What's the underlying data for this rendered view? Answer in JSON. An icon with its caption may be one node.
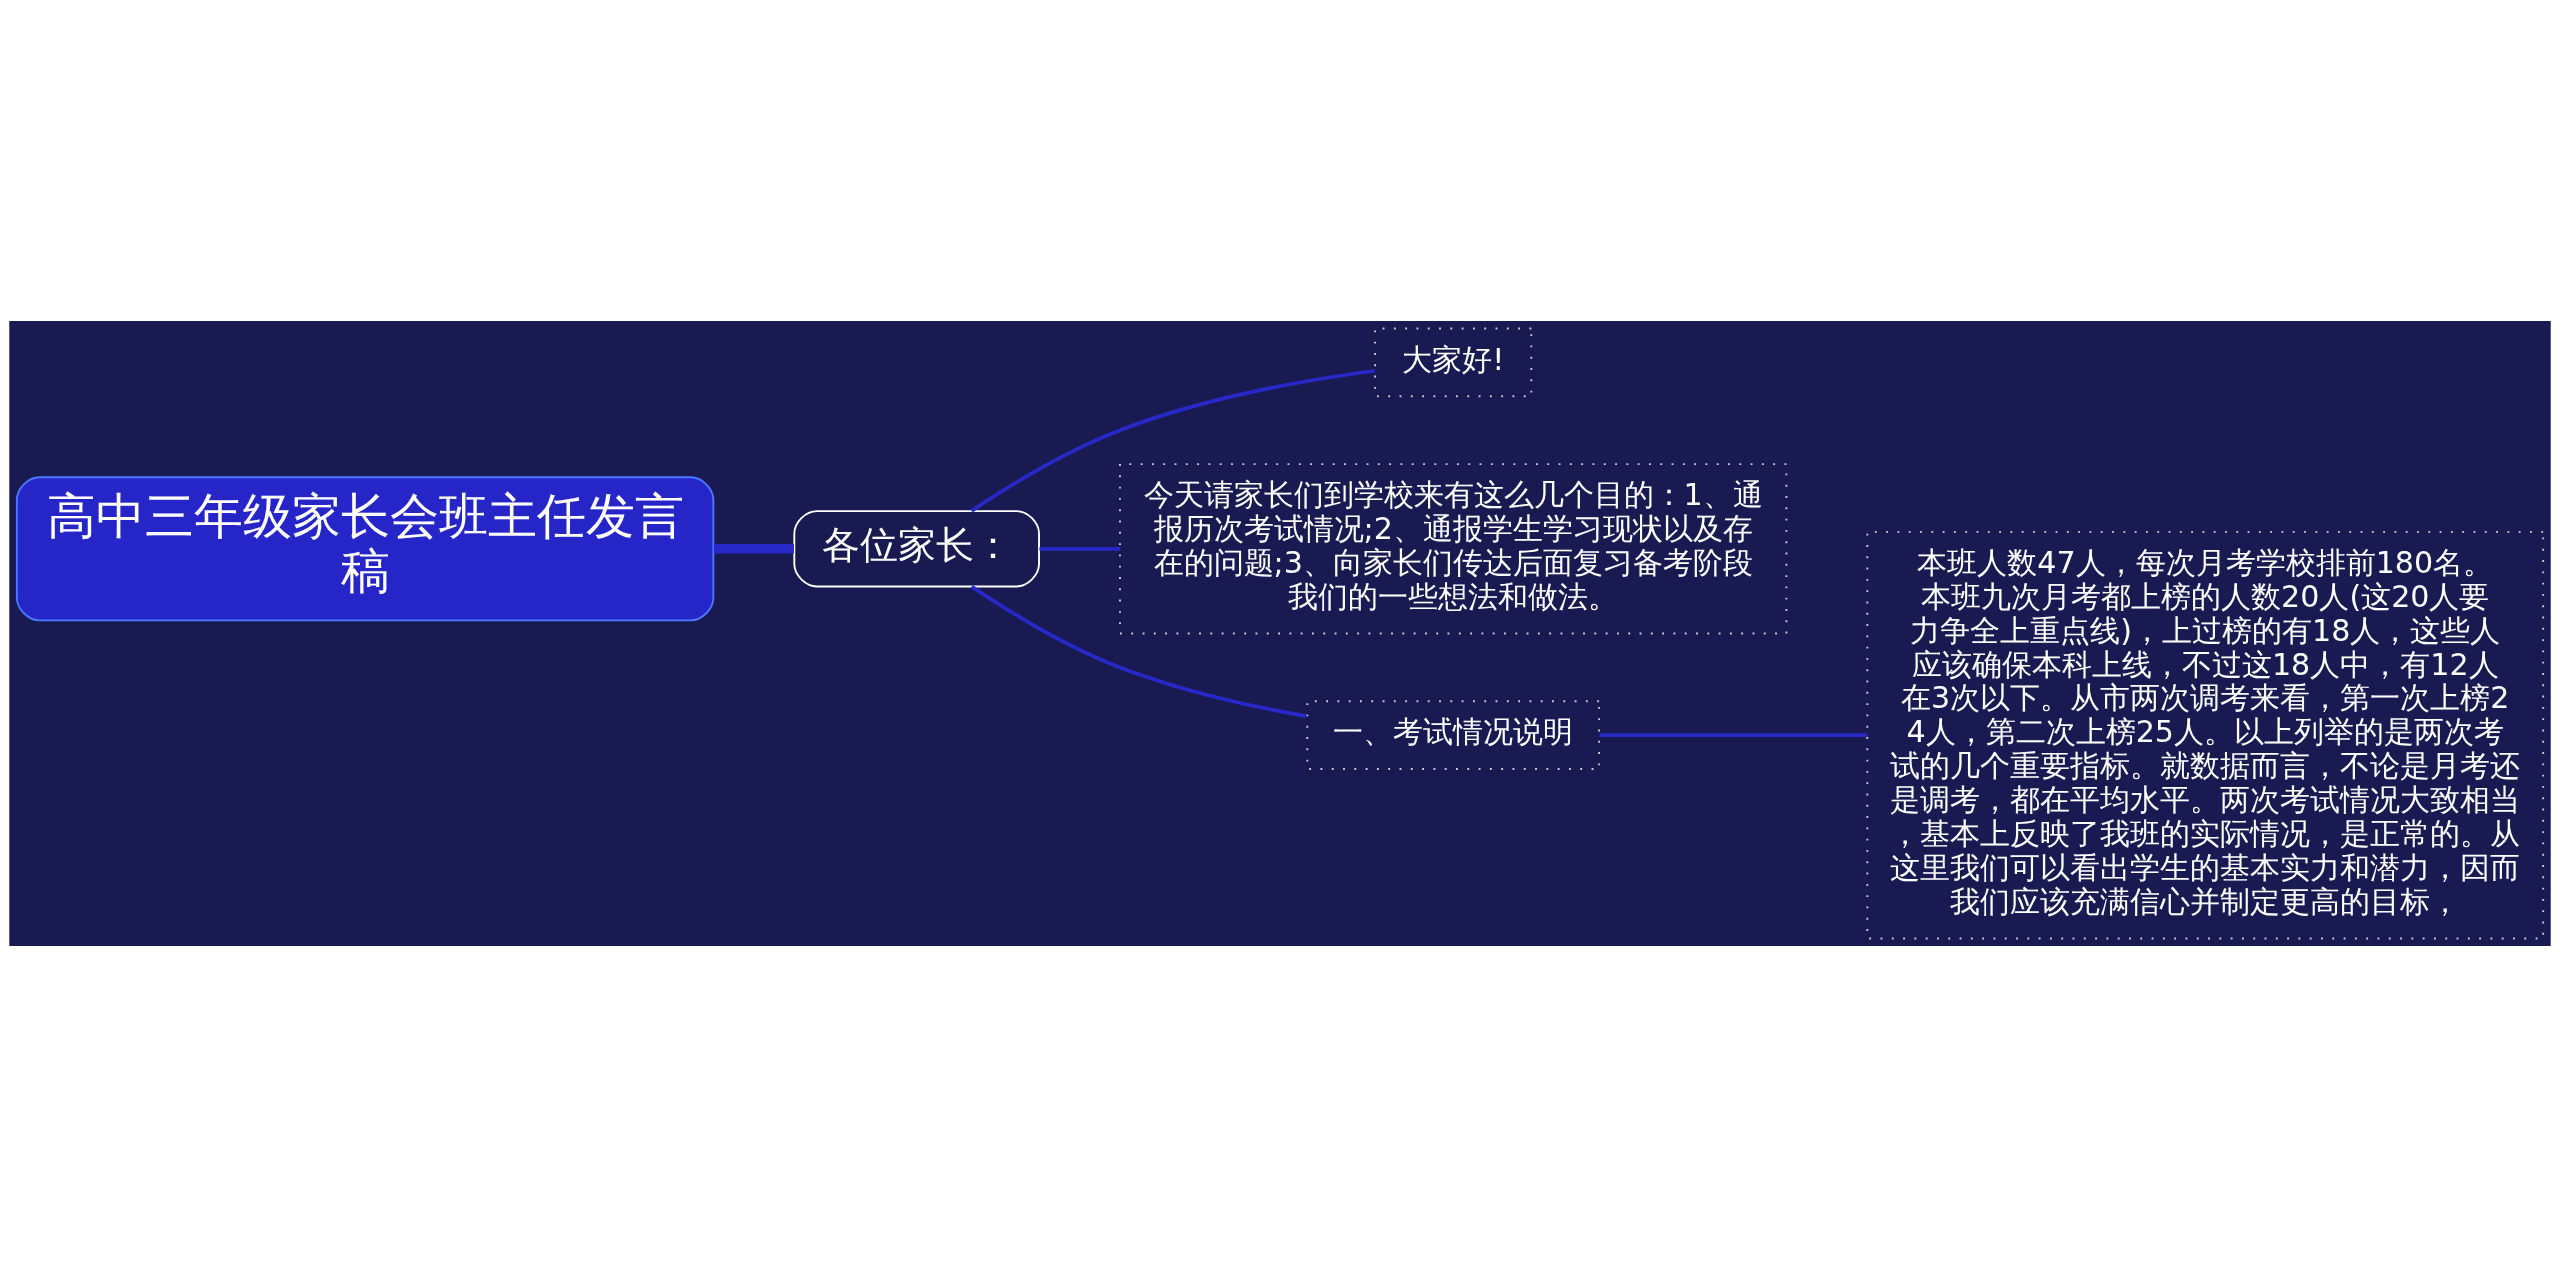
{
  "diagram": {
    "nodes": [
      {
        "text": [
          "高中三年级家长会班主任发言稿"
        ]
      },
      {
        "text": [
          "各位家长："
        ]
      },
      {
        "text": [
          "大家好!"
        ]
      },
      {
        "text": [
          "今天请家长们到学校来有这么几个目的：1、通报历次考试情况;2、通报学生学习现状以及存在的问题;3、向家长们传达后面复习备考阶段我们的一些想法和做法。"
        ]
      },
      {
        "text": [
          "一、考试情况说明"
        ]
      },
      {
        "text": [
          "本班人数47人，每次月考学校排前180名。本班九次月考都上榜的人数20人(这20人要力争全上重点线)，上过榜的有18人，这些人应该确保本科上线，不过这18人中，有12人在3次以下。从市两次调考来看，第一次上榜24人，第二次上榜25人。以上列举的是两次考试的几个重要指标。就数据而言，不论是月考还是调考，都在平均水平。两次考试情况大致相当，基本上反映了我班的实际情况，是正常的。从这里我们可以看出学生的基本实力和潜力，因而我们应该充满信心并制定更高的目标，"
        ]
      }
    ],
    "edges": [
      {
        "from": 0,
        "to": 1,
        "arrow": "none",
        "style": "thick"
      },
      {
        "from": 1,
        "to": 2,
        "arrow": "none"
      },
      {
        "from": 1,
        "to": 3,
        "arrow": "none"
      },
      {
        "from": 1,
        "to": 4,
        "arrow": "none"
      },
      {
        "from": 4,
        "to": 5,
        "arrow": "none"
      }
    ]
  }
}
